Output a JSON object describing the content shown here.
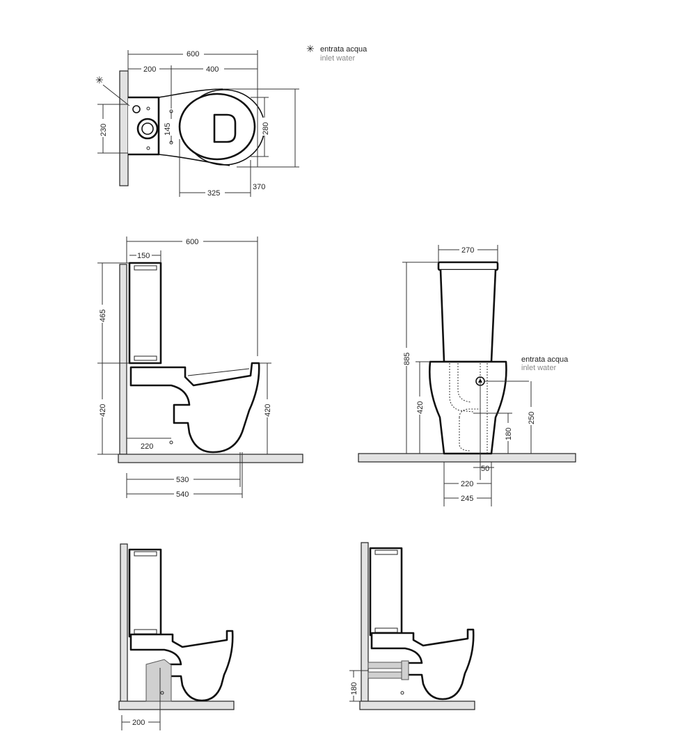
{
  "legend": {
    "symbol": "✳",
    "label_it": "entrata acqua",
    "label_en": "inlet water"
  },
  "top_view": {
    "dims": {
      "overall_width": "600",
      "wall_to_inlet": "200",
      "inlet_to_front": "400",
      "depth_left": "230",
      "fixing_spacing": "145",
      "bowl_width": "280",
      "bowl_depth": "325",
      "front_overhang": "370"
    }
  },
  "side_view": {
    "dims": {
      "overall_width": "600",
      "cistern_depth": "150",
      "cistern_height": "465",
      "seat_height_left": "420",
      "seat_height_right": "420",
      "drain_offset": "220",
      "base_530": "530",
      "base_540": "540"
    }
  },
  "front_view": {
    "inlet_label_it": "entrata acqua",
    "inlet_label_en": "inlet water",
    "dims": {
      "cistern_width": "270",
      "overall_height": "885",
      "seat_height": "420",
      "inlet_height": "250",
      "drain_height": "180",
      "center_offset": "50",
      "base_220": "220",
      "base_245": "245"
    }
  },
  "floor_outlet_view": {
    "dims": {
      "wall_offset": "200"
    }
  },
  "wall_outlet_view": {
    "dims": {
      "outlet_height": "180"
    }
  }
}
